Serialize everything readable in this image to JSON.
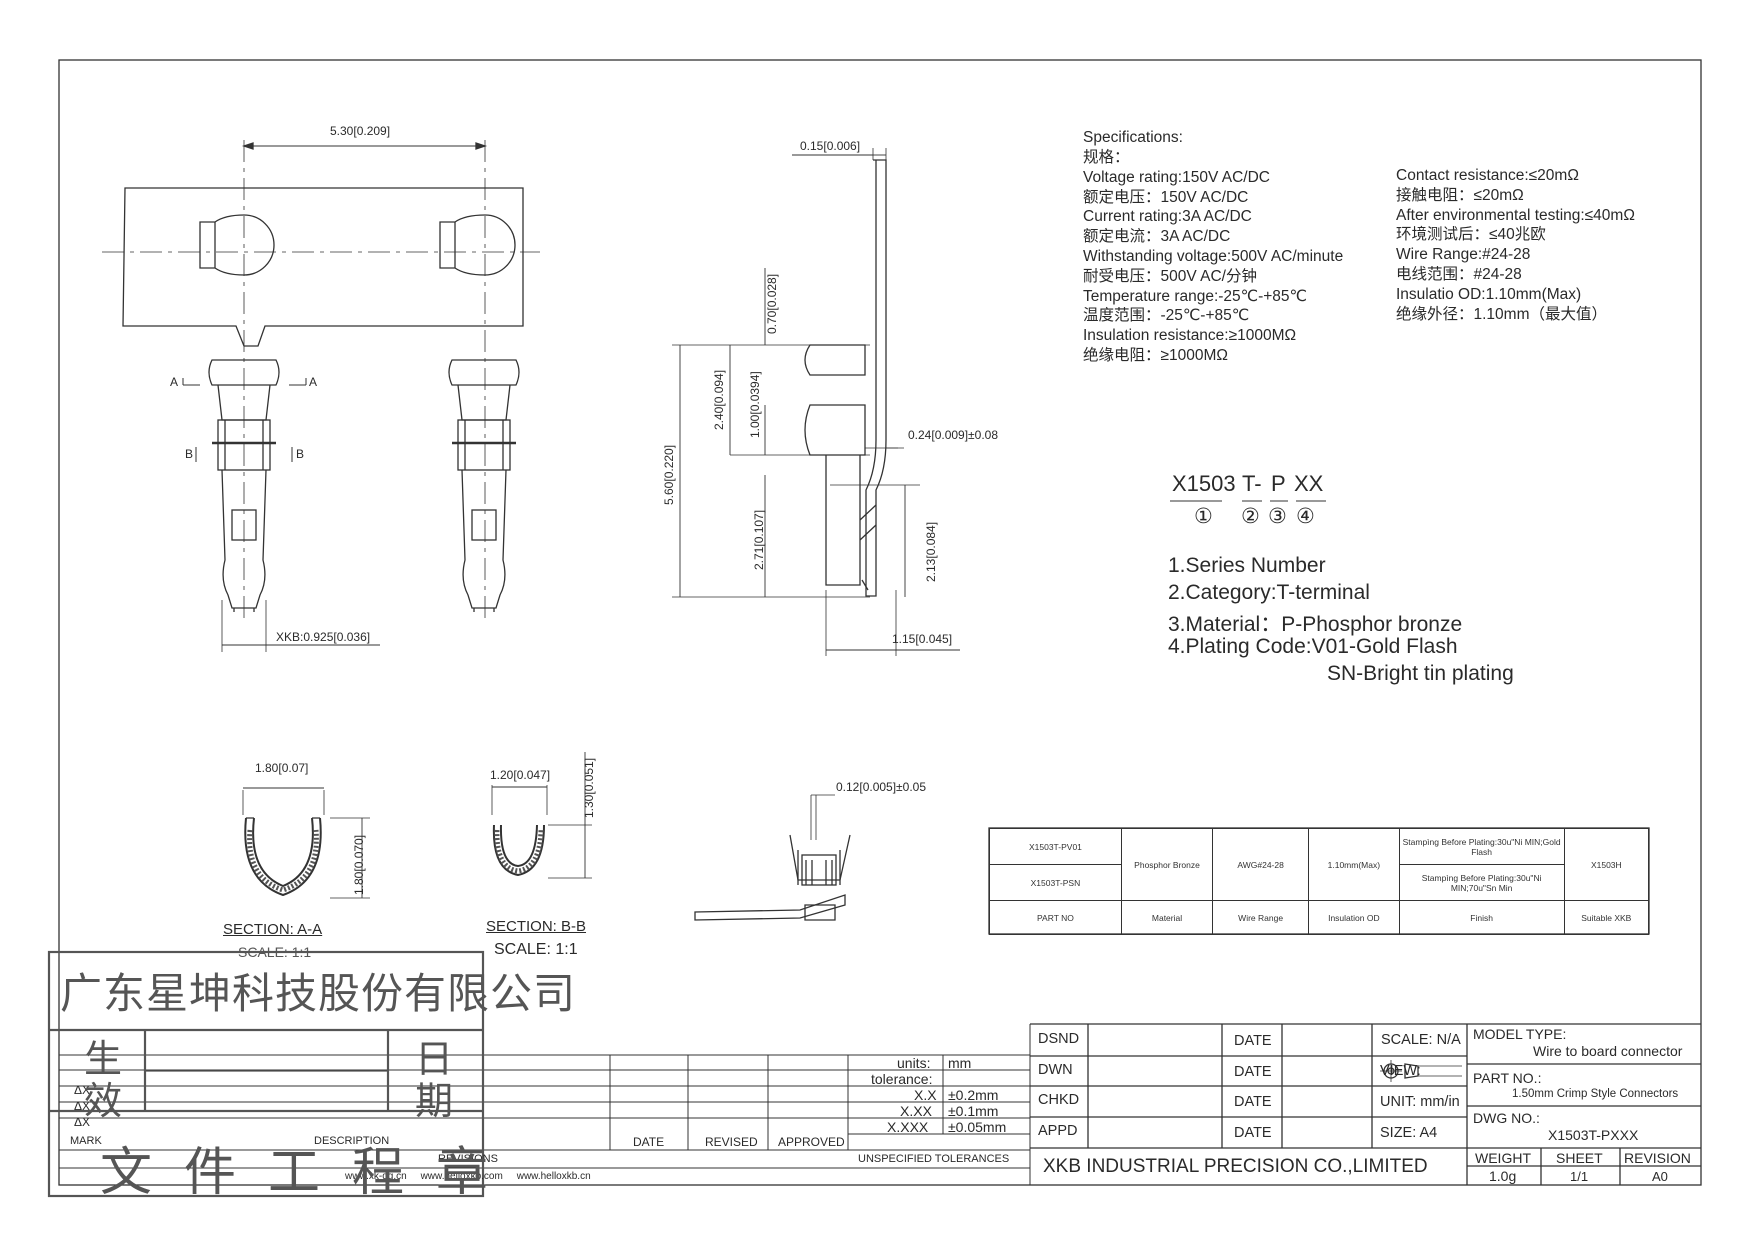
{
  "top_view": {
    "dim_pitch": "5.30[0.209]",
    "dim_width": "XKB:0.925[0.036]",
    "section_a": "A",
    "section_b": "B"
  },
  "side_view": {
    "dim_thickness": "0.15[0.006]",
    "dim_070": "0.70[0.028]",
    "dim_240": "2.40[0.094]",
    "dim_100": "1.00[0.0394]",
    "dim_560": "5.60[0.220]",
    "dim_024": "0.24[0.009]±0.08",
    "dim_271": "2.71[0.107]",
    "dim_213": "2.13[0.084]",
    "dim_115": "1.15[0.045]"
  },
  "sections": {
    "aa": {
      "width": "1.80[0.07]",
      "height": "1.80[0.070]",
      "title": "SECTION: A-A",
      "scale": "SCALE: 1:1"
    },
    "bb": {
      "width": "1.20[0.047]",
      "height": "1.30[0.051]",
      "title": "SECTION: B-B",
      "scale": "SCALE: 1:1"
    },
    "front_dim": "0.12[0.005]±0.05"
  },
  "specs": {
    "heading": "Specifications:",
    "left": [
      "规格：",
      "Voltage rating:150V AC/DC",
      "额定电压：150V AC/DC",
      "Current rating:3A AC/DC",
      "额定电流：3A AC/DC",
      "Withstanding voltage:500V AC/minute",
      "耐受电压：500V AC/分钟",
      "Temperature range:-25℃-+85℃",
      "温度范围：-25℃-+85℃",
      "Insulation resistance:≥1000MΩ",
      "绝缘电阻：≥1000MΩ"
    ],
    "right": [
      "Contact resistance:≤20mΩ",
      "接触电阻：≤20mΩ",
      "After environmental testing:≤40mΩ",
      "环境测试后：≤40兆欧",
      "Wire Range:#24-28",
      "电线范围：#24-28",
      "Insulatio OD:1.10mm(Max)",
      "绝缘外径：1.10mm（最大值）"
    ]
  },
  "part_code": {
    "parts": [
      "X1503",
      "T-",
      "P",
      "XX"
    ],
    "markers": [
      "①",
      "②",
      "③",
      "④"
    ],
    "legend": [
      "1.Series Number",
      "2.Category:T-terminal",
      "3.Material：P-Phosphor bronze",
      "4.Plating Code:V01-Gold Flash",
      "SN-Bright tin plating"
    ]
  },
  "bom": {
    "part1": "X1503T-PV01",
    "part2": "X1503T-PSN",
    "material": "Phosphor Bronze",
    "wire": "AWG#24-28",
    "od": "1.10mm(Max)",
    "finish1": "Stampìng Before Plating:30u\"Ni MIN;Gold Flash",
    "finish2": "Stampìng Before Plating:30u\"Ni MIN;70u\"Sn Min",
    "suitable": "X1503H",
    "headers": [
      "PART NO",
      "Material",
      "Wire Range",
      "Insulation OD",
      "Finish",
      "Suitable XKB"
    ]
  },
  "revisions": {
    "units_label": "units:",
    "units_value": "mm",
    "tolerance_label": "tolerance:",
    "tol": [
      [
        "X.X",
        "±0.2mm"
      ],
      [
        "X.XX",
        "±0.1mm"
      ],
      [
        "X.XXX",
        "±0.05mm"
      ]
    ],
    "unspecified": "UNSPECIFIED TOLERANCES",
    "mark": "MARK",
    "description": "DESCRIPTION",
    "date": "DATE",
    "revised": "REVISED",
    "approved": "APPROVED",
    "revisions": "REVISIONS",
    "websites": "www.xk-dg.cn     www.helloxkb.com     www.helloxkb.cn",
    "delta": "ΔX"
  },
  "stamp": {
    "company": "广东星坤科技股份有限公司",
    "left1": "生",
    "left2": "效",
    "right1": "日",
    "right2": "期",
    "bottom": "文件工程章"
  },
  "title_block": {
    "dsnd": "DSND",
    "dwn": "DWN",
    "chkd": "CHKD",
    "appd": "APPD",
    "date": "DATE",
    "scale": "SCALE: N/A",
    "view": "VIEW:",
    "unit": "UNIT: mm/in",
    "size": "SIZE: A4",
    "model_type_label": "MODEL TYPE:",
    "model_type": "Wire to board connector",
    "part_no_label": "PART NO.:",
    "part_no": "1.50mm Crimp Style Connectors",
    "dwg_no_label": "DWG NO.:",
    "dwg_no": "X1503T-PXXX",
    "company": "XKB INDUSTRIAL PRECISION CO.,LIMITED",
    "weight_label": "WEIGHT",
    "weight": "1.0g",
    "sheet_label": "SHEET",
    "sheet": "1/1",
    "revision_label": "REVISION",
    "revision": "A0"
  }
}
